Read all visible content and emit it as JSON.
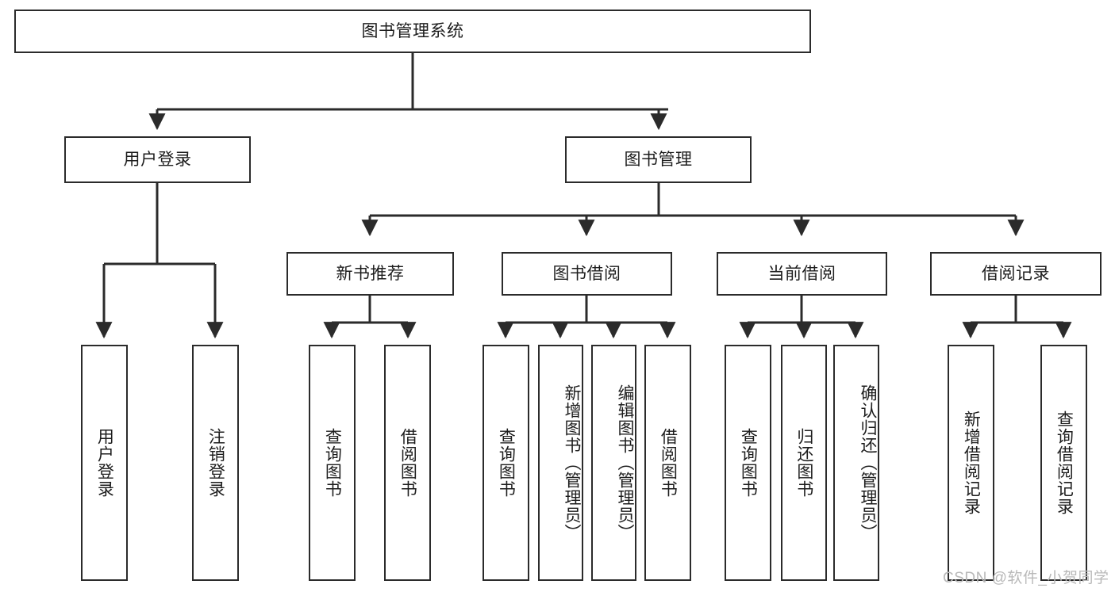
{
  "diagram": {
    "title": "图书管理系统",
    "root": {
      "label": "图书管理系统"
    },
    "level1": [
      {
        "label": "用户登录"
      },
      {
        "label": "图书管理"
      }
    ],
    "level2": [
      {
        "label": "新书推荐"
      },
      {
        "label": "图书借阅"
      },
      {
        "label": "当前借阅"
      },
      {
        "label": "借阅记录"
      }
    ],
    "leaves": {
      "user_login": [
        {
          "label": "用户登录"
        },
        {
          "label": "注销登录"
        }
      ],
      "new_book_recommend": [
        {
          "label": "查询图书"
        },
        {
          "label": "借阅图书"
        }
      ],
      "book_borrow": [
        {
          "label": "查询图书"
        },
        {
          "label": "新增图书（管理员）"
        },
        {
          "label": "编辑图书（管理员）"
        },
        {
          "label": "借阅图书"
        }
      ],
      "current_borrow": [
        {
          "label": "查询图书"
        },
        {
          "label": "归还图书"
        },
        {
          "label": "确认归还（管理员）"
        }
      ],
      "borrow_record": [
        {
          "label": "新增借阅记录"
        },
        {
          "label": "查询借阅记录"
        }
      ]
    }
  },
  "watermark": {
    "text": "CSDN @软件_小贺同学"
  },
  "colors": {
    "box_border": "#2b2b2b",
    "connector": "#2b2b2b",
    "background": "#ffffff",
    "text": "#1d1d1d",
    "watermark": "#b9b9b9"
  }
}
